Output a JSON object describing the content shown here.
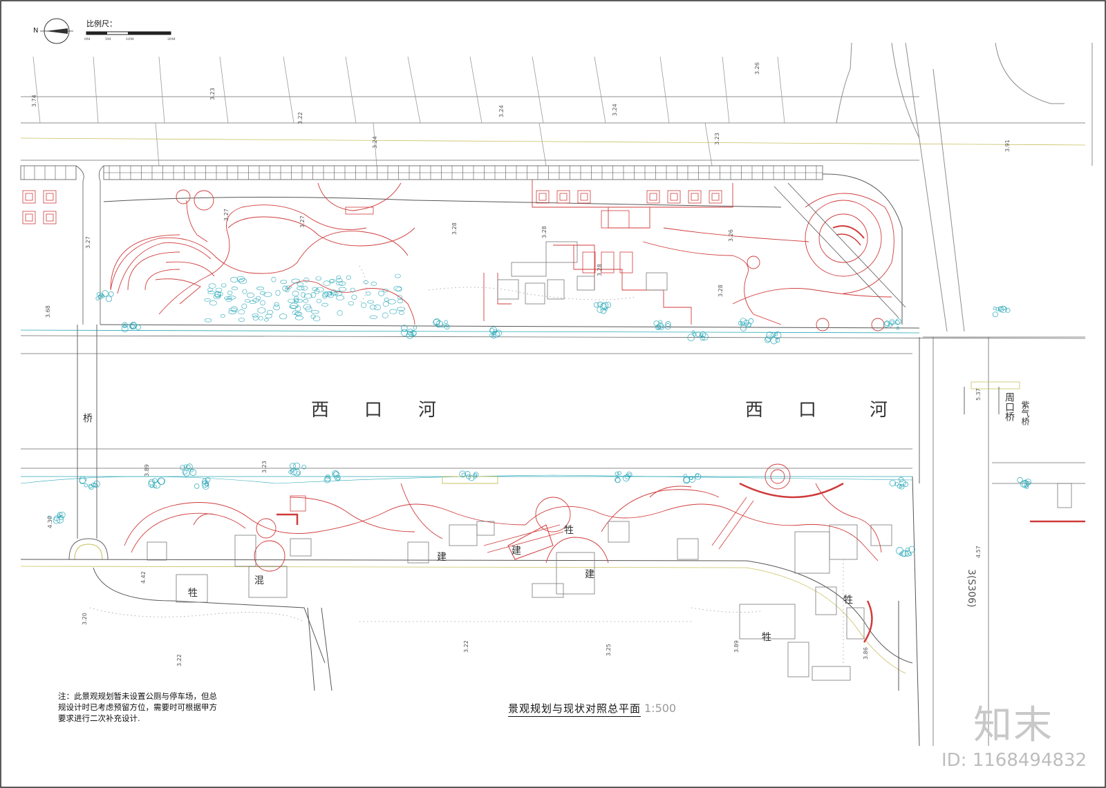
{
  "scale_label": "比例尺：",
  "scale_ticks": [
    "0M",
    "5M",
    "10M",
    "20M"
  ],
  "north_label": "N",
  "river_chars": [
    "西",
    "口",
    "河"
  ],
  "bridge_left": "桥",
  "bridge_right": "周口桥",
  "bridge_right_sub": "紫气桥",
  "road_label": "3(S306)",
  "building_labels": [
    "建",
    "牲",
    "混",
    "建",
    "牲",
    "建",
    "牲",
    "牲"
  ],
  "elevations": [
    "3.74",
    "3.23",
    "3.22",
    "3.24",
    "3.24",
    "3.24",
    "3.23",
    "3.26",
    "3.91",
    "3.27",
    "3.27",
    "3.27",
    "3.28",
    "3.28",
    "3.28",
    "3.28",
    "3.26",
    "3.68",
    "3.89",
    "3.23",
    "4.30",
    "4.42",
    "3.20",
    "3.22",
    "3.22",
    "3.25",
    "3.89",
    "3.86",
    "4.57",
    "5.37"
  ],
  "note": "注：此景观规划暂未设置公厕与停车场，但总规设计时已考虑预留方位，需要时可根据甲方要求进行二次补充设计.",
  "title": "景观规划与现状对照总平面",
  "title_scale": "1:500",
  "watermark_logo": "知末",
  "watermark_id": "ID: 1168494832",
  "colors": {
    "linework": "#8c8c8c",
    "plan_red": "#d03a3a",
    "water": "#2aa8b8",
    "road": "#c8c060"
  }
}
